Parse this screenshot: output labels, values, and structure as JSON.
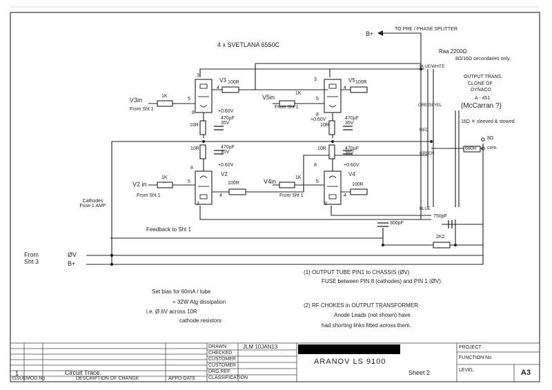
{
  "diagram": {
    "title": "4 x SVETLANA 6550C",
    "b_plus_top": "B+",
    "to_pre_phase_splitter": "TO PRE / PHASE SPLITTER",
    "tubes": [
      {
        "ref": "V3",
        "input": "V3in",
        "from": "From Sht 1",
        "grid_r": "1K",
        "screen_r": "100R",
        "cathode_r": "10R",
        "cap": "470µF 35V",
        "bias_v": "+0.60V"
      },
      {
        "ref": "V5",
        "input": "V5in",
        "from": "From Sht 1",
        "grid_r": "1K",
        "screen_r": "100R",
        "cathode_r": "10R",
        "cap": "470µF 35V",
        "bias_v": "+0.60V"
      },
      {
        "ref": "V2",
        "input": "V2 in",
        "from": "From Sht 1",
        "grid_r": "1K",
        "screen_r": "100R",
        "cathode_r": "10R",
        "cap": "470µF 35V",
        "bias_v": "+0.60V"
      },
      {
        "ref": "V4",
        "input": "V4in",
        "from": "From Sht 1",
        "grid_r": "1K",
        "screen_r": "100R",
        "cathode_r": "10R",
        "cap": "470µF 35V",
        "bias_v": "+0.60V"
      }
    ],
    "pins": {
      "p3": "3",
      "p4": "4",
      "p5": "5",
      "p8": "8"
    },
    "transformer": {
      "raa": "Raa 2200Ω",
      "secondary_note": "8Ω/16Ω secondaries only.",
      "title": "OUTPUT TRANS.",
      "clone_of": "CLONE OF",
      "maker": "DYNACO",
      "model": "A - 451",
      "alt": "(McCarran ?)",
      "tap_note": "16Ω ✕ sleeved & stowed",
      "out_8": "8Ω",
      "out_com": "com.",
      "sec_r": "680R",
      "wire_blue_white": "BLUE/WHITE",
      "wire_green_yel": "GREEN/YEL",
      "wire_red": "RED",
      "wire_green": "GREEN",
      "wire_blue": "BLUE"
    },
    "cathodes_fuse": "Cathodes Fuse 1 AMP",
    "feedback": "Feedback to Sht 1",
    "from_sht3": "From Sht 3",
    "rail_0v": "ØV",
    "rail_bplus": "B+",
    "cap_300": "300pF",
    "cap_750": "750pF",
    "res_2k2": "2K2",
    "note1_line1": "(1)  OUTPUT TUBE PIN1 to CHASSIS (ØV)",
    "note1_line2": "FUSE between PIN 8 (cathodes) and PIN 1 (ØV).",
    "note2_line1": "(2)  RF CHOKES in OUTPUT TRANSFORMER",
    "note2_line2": "Anode Leads (not shown) have",
    "note2_line3": "had shorting links fitted across them.",
    "bias_line1": "Set bias for 60mA / tube",
    "bias_line2": "= 32W Atg dissipation",
    "bias_line3": "i.e.  Ø.6V across 10R",
    "bias_line4": "cathode resistors"
  },
  "title_block": {
    "drawn_label": "DRAWN",
    "drawn_value": "JLM 10JAN13",
    "checked_label": "CHECKED",
    "customer_label_1": "CUSTOMER",
    "customer_label_2": "CUSTOMER",
    "drg_ref_label": "DRG.REF",
    "classification_label": "CLASSIFICATION",
    "issue_label": "ISSUE",
    "mod_no_label": "MOD.No",
    "desc_label": "DESCRIPTION OF CHANGE",
    "appd_date_label": "APPD-DATE",
    "issue_value": "1",
    "desc_value": "Circuit Trace.",
    "project_label": "PROJECT",
    "function_label": "FUNCTION No.",
    "level_label": "LEVEL",
    "size": "A3",
    "drawing_title": "ARANOV LS 9100",
    "sheet": "Sheet 2"
  }
}
